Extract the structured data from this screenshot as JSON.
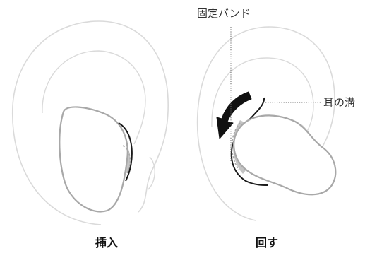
{
  "labels": {
    "band": "固定バンド",
    "ear_groove": "耳の溝"
  },
  "captions": {
    "insert": "挿入",
    "rotate": "回す"
  },
  "colors": {
    "ear_outline": "#dadada",
    "bud_outline": "#a8a8a8",
    "bud_shadow": "#c4c4c4",
    "band": "#1a1a1a",
    "arrow": "#111111",
    "leader": "#666666"
  }
}
